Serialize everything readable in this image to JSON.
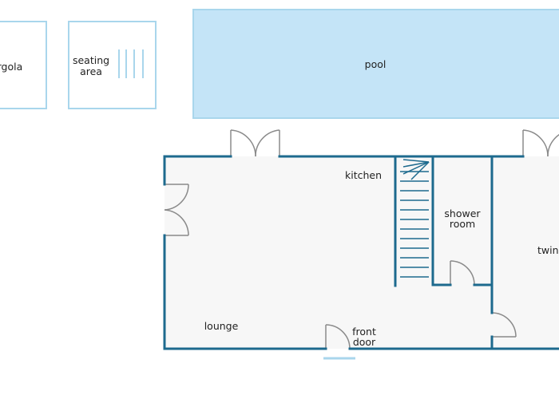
{
  "labels": {
    "pergola": "pergola",
    "seating_1": "seating",
    "seating_2": "area",
    "pool": "pool",
    "kitchen": "kitchen",
    "shower_1": "shower",
    "shower_2": "room",
    "twin": "twin",
    "lounge": "lounge",
    "front_1": "front",
    "front_2": "door"
  },
  "colors": {
    "wall": "#1d6a8e",
    "floor": "#f7f7f7",
    "pool_fill": "#c4e4f7",
    "light_outline": "#a9d6ec",
    "door": "#8a8a8a"
  }
}
